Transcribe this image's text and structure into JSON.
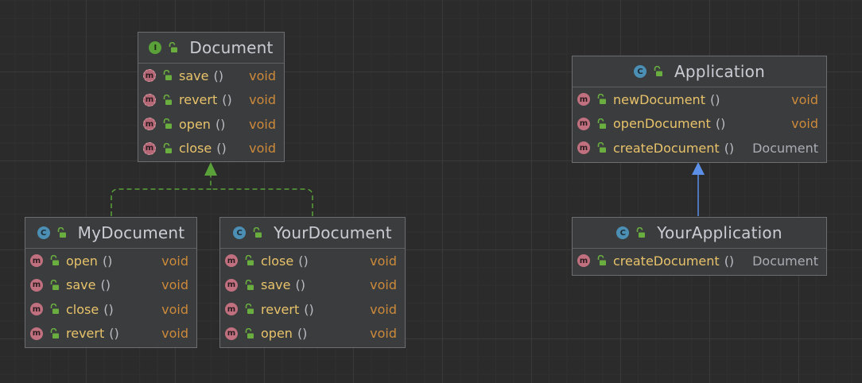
{
  "colors": {
    "canvas": "#2b2b2b",
    "node_fill": "#3b3c3e",
    "node_border": "#6b6d70",
    "method_name": "#e8c36a",
    "return_void": "#cc8a3a",
    "implements_edge": "#5aa139",
    "extends_edge": "#5b8fe8"
  },
  "nodes": {
    "document": {
      "kind": "interface",
      "badge": "I",
      "title": "Document",
      "methods": [
        {
          "name": "save",
          "params": "()",
          "returns": "void",
          "abstract": true
        },
        {
          "name": "revert",
          "params": "()",
          "returns": "void",
          "abstract": true
        },
        {
          "name": "open",
          "params": "()",
          "returns": "void",
          "abstract": true
        },
        {
          "name": "close",
          "params": "()",
          "returns": "void",
          "abstract": true
        }
      ]
    },
    "my_document": {
      "kind": "class",
      "badge": "C",
      "title": "MyDocument",
      "methods": [
        {
          "name": "open",
          "params": "()",
          "returns": "void"
        },
        {
          "name": "save",
          "params": "()",
          "returns": "void"
        },
        {
          "name": "close",
          "params": "()",
          "returns": "void"
        },
        {
          "name": "revert",
          "params": "()",
          "returns": "void"
        }
      ]
    },
    "your_document": {
      "kind": "class",
      "badge": "C",
      "title": "YourDocument",
      "methods": [
        {
          "name": "close",
          "params": "()",
          "returns": "void"
        },
        {
          "name": "save",
          "params": "()",
          "returns": "void"
        },
        {
          "name": "revert",
          "params": "()",
          "returns": "void"
        },
        {
          "name": "open",
          "params": "()",
          "returns": "void"
        }
      ]
    },
    "application": {
      "kind": "class",
      "badge": "C",
      "title": "Application",
      "methods": [
        {
          "name": "newDocument",
          "params": "()",
          "returns": "void"
        },
        {
          "name": "openDocument",
          "params": "()",
          "returns": "void"
        },
        {
          "name": "createDocument",
          "params": "()",
          "returns": "Document"
        }
      ]
    },
    "your_application": {
      "kind": "class",
      "badge": "C",
      "title": "YourApplication",
      "methods": [
        {
          "name": "createDocument",
          "params": "()",
          "returns": "Document"
        }
      ]
    }
  },
  "edges": [
    {
      "from": "my_document",
      "to": "document",
      "type": "implements"
    },
    {
      "from": "your_document",
      "to": "document",
      "type": "implements"
    },
    {
      "from": "your_application",
      "to": "application",
      "type": "extends"
    }
  ],
  "method_badge": "m"
}
